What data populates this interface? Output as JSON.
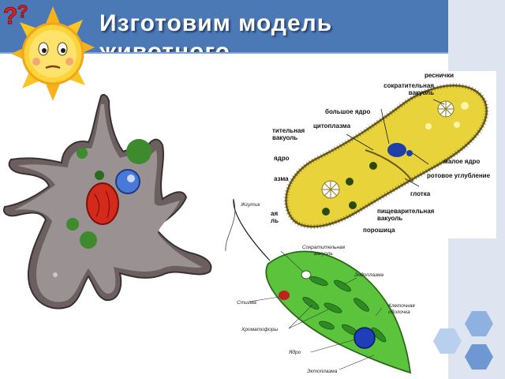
{
  "slide": {
    "title": "Изготовим модель животного"
  },
  "paramecium": {
    "labels": {
      "cilia": "реснички",
      "contractile_vacuole_top": "сократительная вакуоль",
      "macronucleus": "большое ядро",
      "cytoplasm": "цитоплазма",
      "contractile_vacuole_left": "тительная вакуоль",
      "nucleus_left": "ядро",
      "cytoplasm_left": "азма",
      "micronucleus": "малое ядро",
      "oral_groove": "ротовое углубление",
      "pharynx": "глотка",
      "digestive_vacuole": "пищеварительная вакуоль",
      "anal_pore": "порошица",
      "left_partial": "ая ль"
    }
  },
  "euglena": {
    "labels": {
      "flagellum": "Жгутик",
      "contractile_vacuole": "Сократительная вакуоль",
      "endoplasm": "Эндоплазма",
      "stigma": "Стигма",
      "cell_membrane": "Клеточная оболочка",
      "chromatophores": "Хроматофоры",
      "nucleus": "Ядро",
      "ectoplasm": "Эктоплазма"
    }
  },
  "colors": {
    "title_bar": "#4a79b6",
    "title_bar_dark": "#1f3f73",
    "side_panel": "#dfe5f0",
    "paramecium_body": "#e8d33a",
    "euglena_body": "#5cc43c",
    "amoeba_body": "#9a9193"
  }
}
